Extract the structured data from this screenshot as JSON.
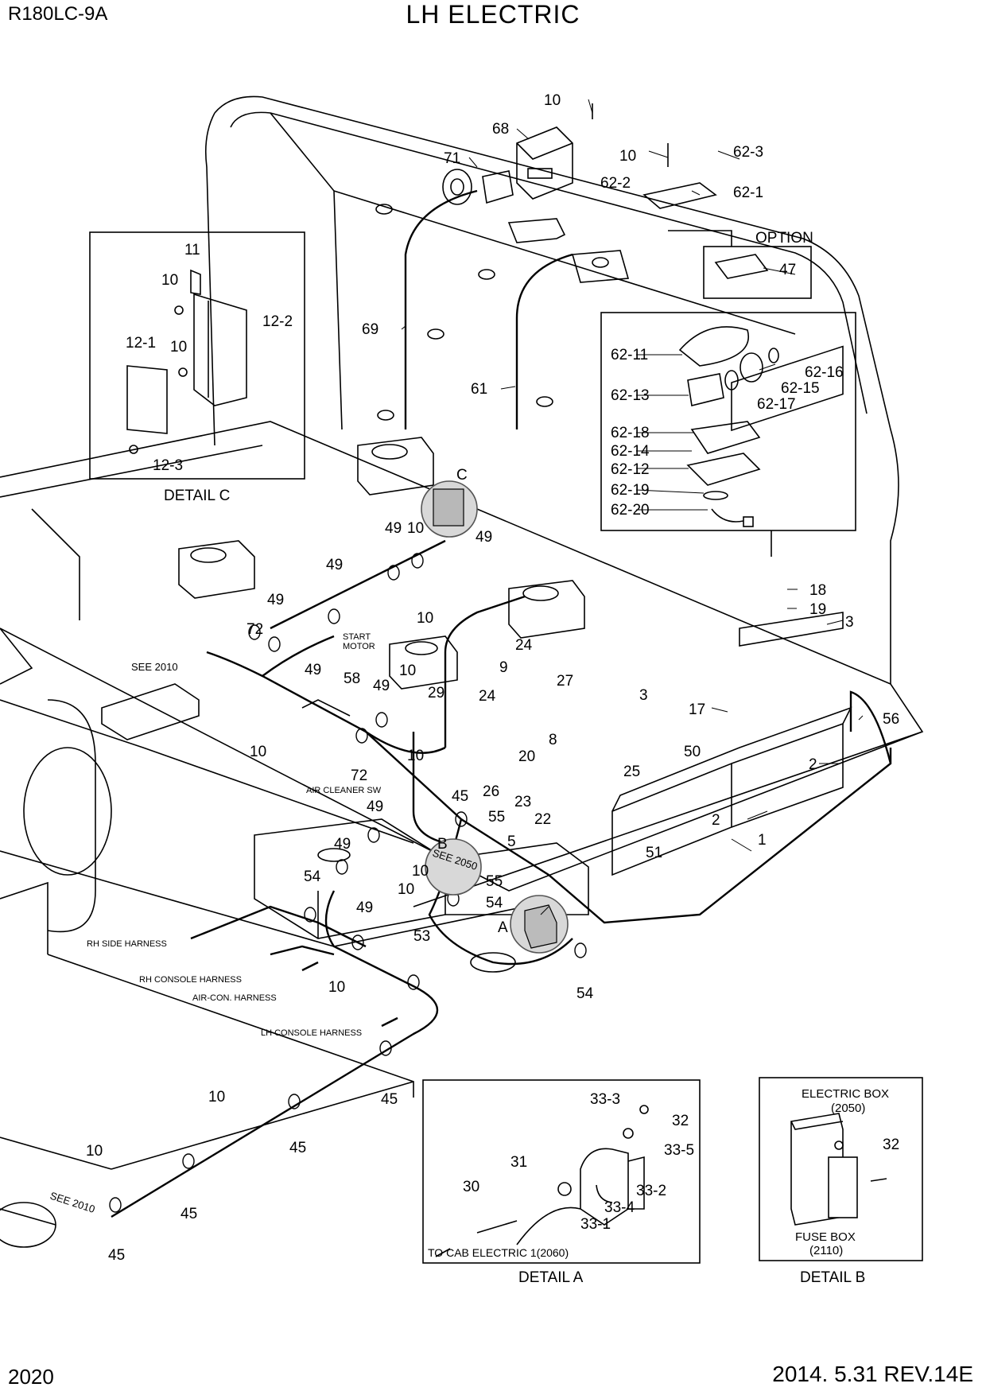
{
  "header": {
    "model": "R180LC-9A",
    "title": "LH ELECTRIC"
  },
  "footer": {
    "page": "2020",
    "revision": "2014. 5.31  REV.14E"
  },
  "details": {
    "c": {
      "caption": "DETAIL C",
      "marker": "C"
    },
    "a": {
      "caption": "DETAIL A",
      "marker": "A",
      "note": "TO CAB ELECTRIC 1(2060)"
    },
    "b": {
      "caption": "DETAIL B",
      "marker": "B",
      "electric_box": "ELECTRIC BOX",
      "electric_box_ref": "(2050)",
      "fuse_box": "FUSE BOX",
      "fuse_box_ref": "(2110)"
    }
  },
  "option_label": "OPTION",
  "notes": {
    "start_motor_1": "START",
    "start_motor_2": "MOTOR",
    "air_cleaner_sw": "AIR CLEANER SW",
    "see_2010": "SEE 2010",
    "see_2050": "SEE 2050",
    "rh_side_harness": "RH SIDE HARNESS",
    "rh_console_harness": "RH CONSOLE HARNESS",
    "aircon_harness": "AIR-CON. HARNESS",
    "lh_console_harness": "LH CONSOLE HARNESS"
  },
  "part_labels": [
    "10",
    "68",
    "71",
    "10",
    "62-3",
    "62-2",
    "62-1",
    "47",
    "69",
    "61",
    "62-11",
    "62-16",
    "62-15",
    "62-13",
    "62-17",
    "62-18",
    "62-14",
    "62-12",
    "62-19",
    "62-20",
    "11",
    "10",
    "12-2",
    "12-1",
    "10",
    "12-3",
    "49",
    "10",
    "49",
    "49",
    "49",
    "72",
    "49",
    "10",
    "10",
    "58",
    "49",
    "24",
    "9",
    "27",
    "24",
    "29",
    "3",
    "18",
    "19",
    "3",
    "17",
    "56",
    "8",
    "20",
    "25",
    "50",
    "2",
    "26",
    "45",
    "23",
    "22",
    "55",
    "2",
    "5",
    "51",
    "1",
    "10",
    "72",
    "10",
    "49",
    "49",
    "55",
    "54",
    "10",
    "10",
    "54",
    "49",
    "53",
    "10",
    "54",
    "45",
    "10",
    "45",
    "10",
    "45",
    "45",
    "33-3",
    "32",
    "33-5",
    "31",
    "30",
    "33-2",
    "33-4",
    "33-1",
    "32"
  ]
}
